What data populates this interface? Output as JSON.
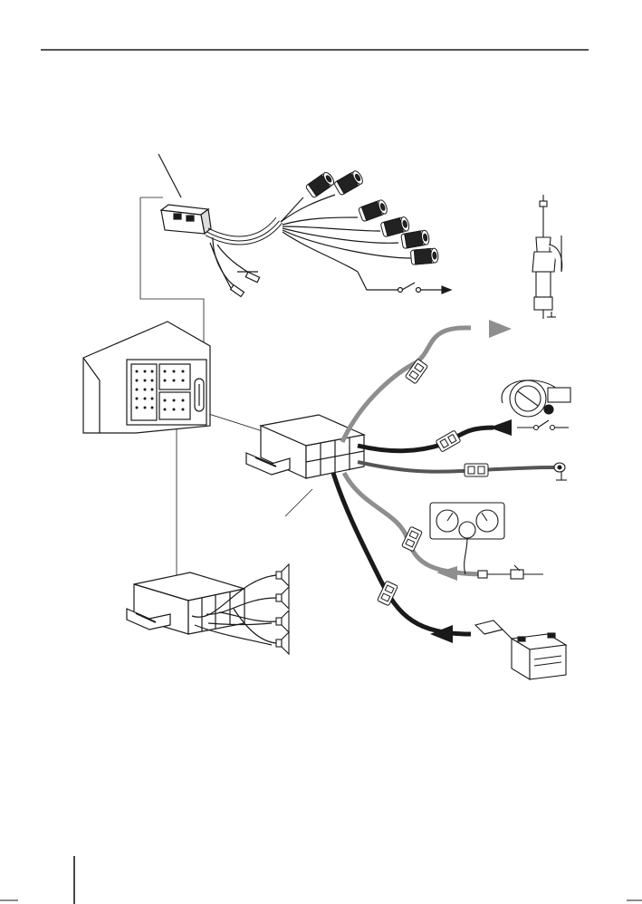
{
  "page": {
    "background": "#ffffff",
    "ink": "#1a1a1a",
    "grey_cable": "#8e8e8e",
    "dark_cable": "#1a1a1a",
    "mid_cable": "#555555"
  },
  "diagram": {
    "components": [
      "rca-cable-harness",
      "radio-chassis-rear",
      "iso-connector-block",
      "antenna",
      "ignition-lock",
      "ground-terminal",
      "dashboard-instruments",
      "car-battery",
      "speaker-connector-block",
      "speakers"
    ],
    "speaker_count": 4,
    "rca_plug_count": 6
  }
}
